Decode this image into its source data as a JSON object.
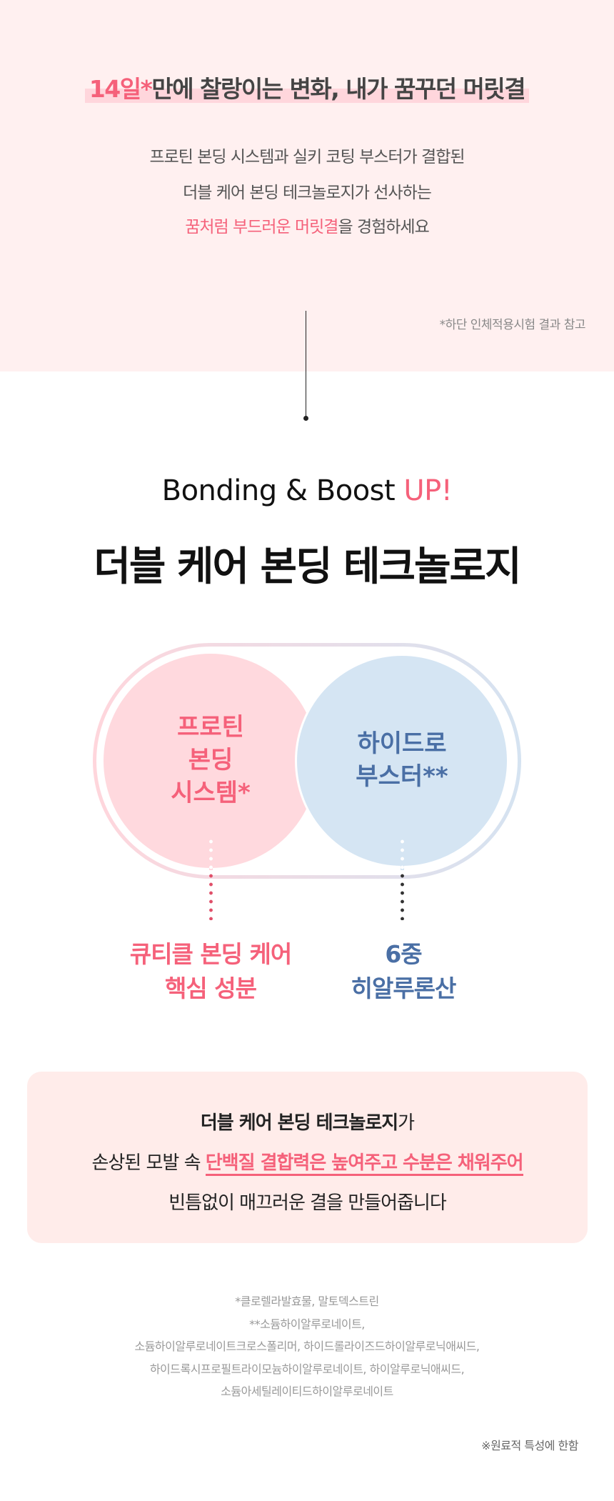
{
  "intro": {
    "headline_pink": "14일*",
    "headline_rest": "만에 찰랑이는 변화, 내가 꿈꾸던 머릿결",
    "para_line1": "프로틴 본딩 시스템과 실키 코팅 부스터가 결합된",
    "para_line2": "더블 케어 본딩 테크놀로지가 선사하는",
    "para_line3_pink": "꿈처럼 부드러운 머릿결",
    "para_line3_rest": "을 경험하세요",
    "note": "*하단 인체적용시험 결과 참고"
  },
  "section": {
    "subtitle_main": "Bonding & Boost ",
    "subtitle_accent": "UP!",
    "title": "더블 케어 본딩 테크놀로지"
  },
  "diagram": {
    "left_circle": [
      "프로틴",
      "본딩",
      "시스템*"
    ],
    "right_circle": [
      "하이드로",
      "부스터**"
    ],
    "left_label": [
      "큐티클 본딩 케어",
      "핵심 성분"
    ],
    "right_label": [
      "6중",
      "히알루론산"
    ]
  },
  "box": {
    "line1_bold": "더블 케어 본딩 테크놀로지",
    "line1_rest": "가",
    "line2_start": "손상된 모발 속 ",
    "line2_highlight": "단백질 결합력은 높여주고 수분은 채워주어",
    "line3": "빈틈없이 매끄러운 결을 만들어줍니다"
  },
  "footnotes": [
    "*클로렐라발효물, 말토덱스트린",
    "**소듐하이알루로네이트,",
    "소듐하이알루로네이트크로스폴리머, 하이드롤라이즈드하이알루로닉애씨드,",
    "하이드록시프로필트라이모늄하이알루로네이트, 하이알루로닉애씨드,",
    "소듐아세틸레이티드하이알루로네이트"
  ],
  "footnote_final": "※원료적 특성에 한함",
  "colors": {
    "accent": "#f5617a",
    "blue": "#4a6fa5",
    "top_bg": "#fff0f0",
    "box_bg": "#ffecea"
  }
}
